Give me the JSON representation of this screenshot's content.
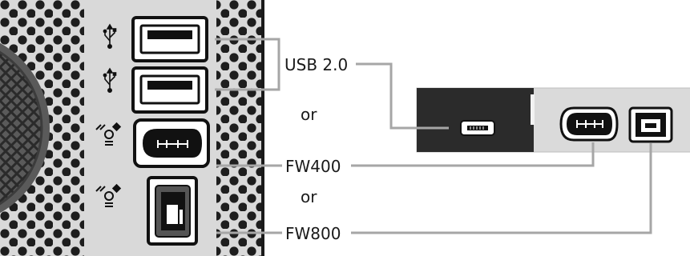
{
  "labels": {
    "usb": "USB 2.0",
    "or_1": "or",
    "fw400": "FW400",
    "or_2": "or",
    "fw800": "FW800"
  },
  "icons": {
    "usb_symbol_1": "usb-icon",
    "usb_symbol_2": "usb-icon",
    "firewire_symbol_1": "firewire-icon",
    "firewire_symbol_2": "firewire-icon"
  },
  "colors": {
    "panel": "#d9d9d9",
    "perforation": "#1e1e1e",
    "port_outline": "#111111",
    "connector_line": "#a6a6a6",
    "device_dark": "#2b2b2b",
    "device_light": "#dadada",
    "fan_grille": "#5a5a5a"
  }
}
